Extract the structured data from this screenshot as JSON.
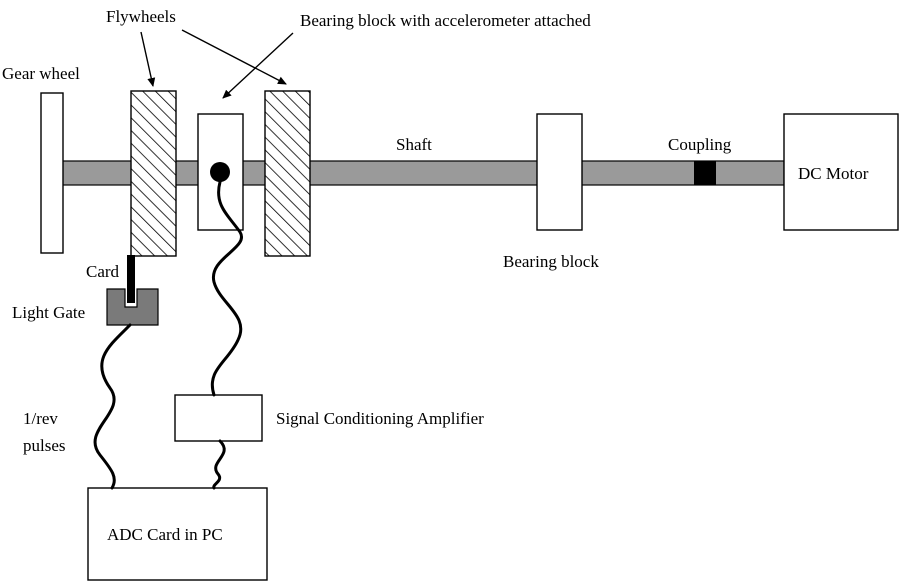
{
  "labels": {
    "flywheels": "Flywheels",
    "bearing_block_accel": "Bearing block with accelerometer attached",
    "gear_wheel": "Gear wheel",
    "shaft": "Shaft",
    "coupling": "Coupling",
    "dc_motor": "DC Motor",
    "bearing_block": "Bearing block",
    "card": "Card",
    "light_gate": "Light Gate",
    "rev_line1": "1/rev",
    "rev_line2": "pulses",
    "signal_amp": "Signal Conditioning Amplifier",
    "adc_card": "ADC Card in PC"
  },
  "colors": {
    "shaft": "#9a9a9a",
    "light_gate": "#7a7a7a",
    "coupling": "#000000",
    "accelerometer": "#000000"
  }
}
